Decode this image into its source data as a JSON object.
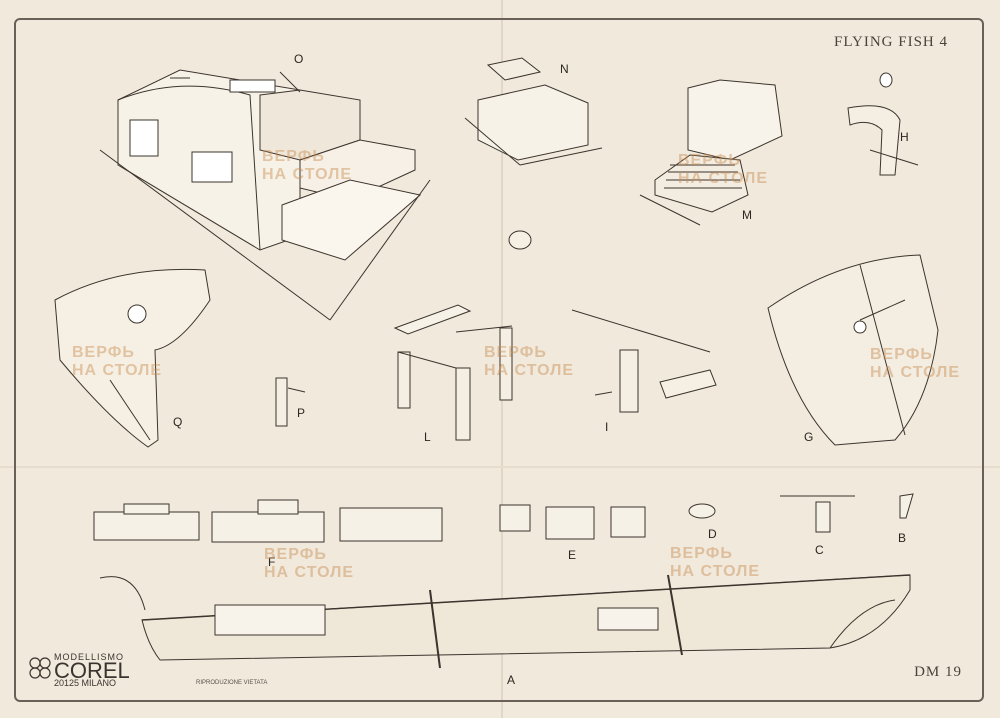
{
  "sheet": {
    "title": "FLYING FISH 4",
    "sheet_number": "DM 19"
  },
  "views": {
    "O": "O",
    "N": "N",
    "M": "M",
    "H": "H",
    "Q": "Q",
    "P": "P",
    "L": "L",
    "I": "I",
    "G": "G",
    "F": "F",
    "E": "E",
    "D": "D",
    "C": "C",
    "B": "B",
    "A": "A"
  },
  "brand": {
    "line1": "MODELLISMO",
    "name": "COREL",
    "address": "20125 MILANO",
    "notice": "RIPRODUZIONE VIETATA"
  },
  "watermark": {
    "line1": "ВЕРФЬ",
    "line2": "НА СТОЛЕ"
  }
}
